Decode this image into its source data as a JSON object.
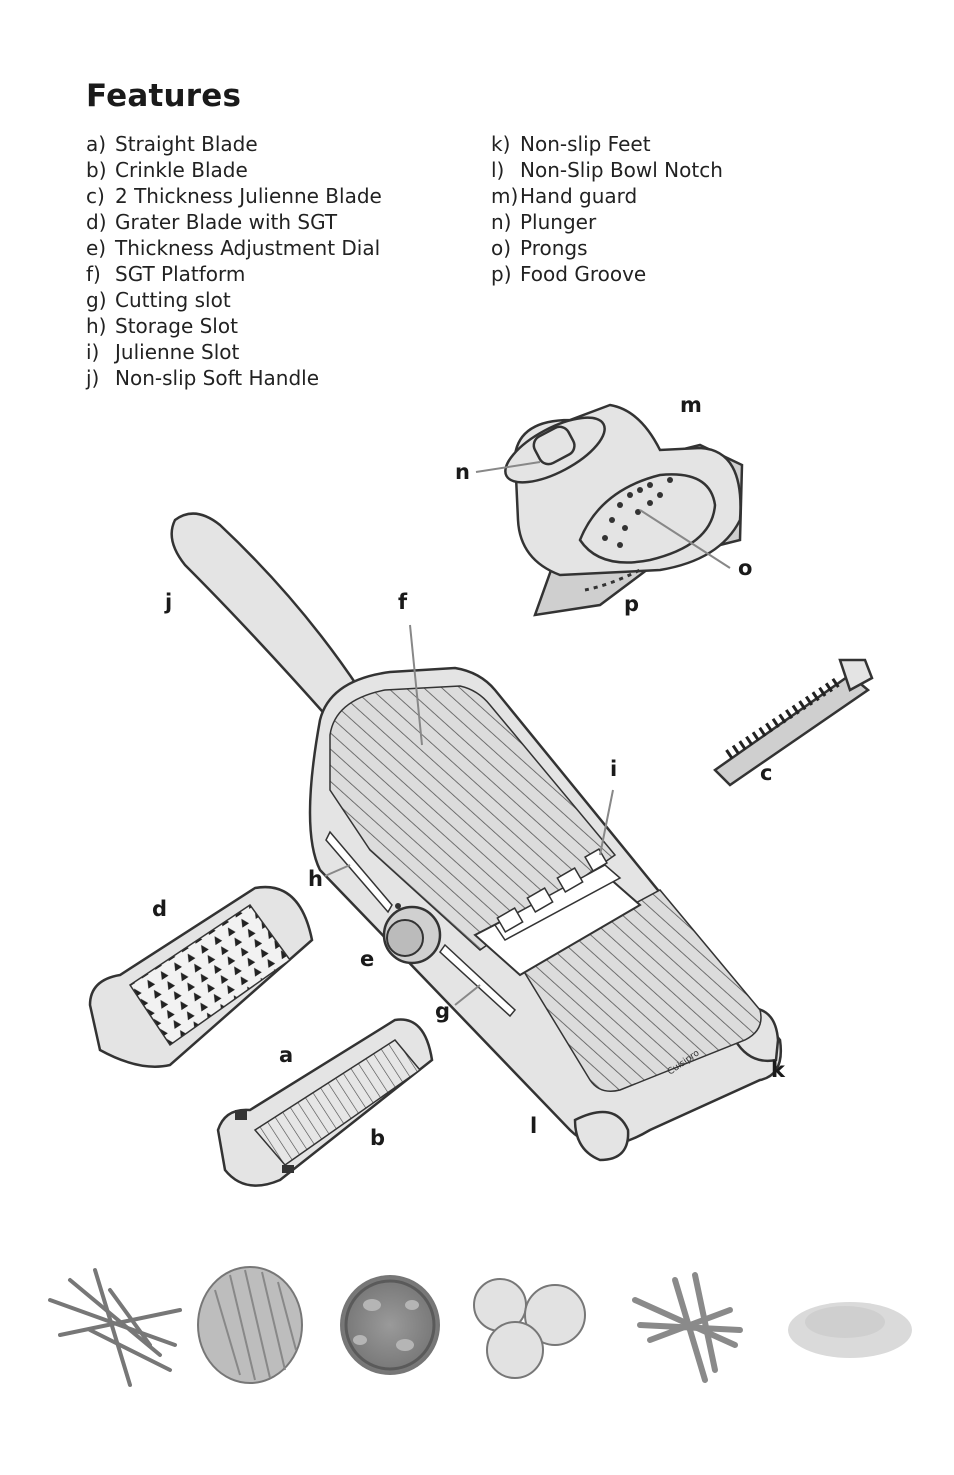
{
  "page": {
    "title": "Features"
  },
  "features": {
    "column1": [
      {
        "key": "a)",
        "label": "Straight Blade"
      },
      {
        "key": "b)",
        "label": "Crinkle Blade"
      },
      {
        "key": "c)",
        "label": "2 Thickness Julienne Blade"
      },
      {
        "key": "d)",
        "label": "Grater Blade with SGT"
      },
      {
        "key": "e)",
        "label": "Thickness Adjustment Dial"
      },
      {
        "key": "f)",
        "label": "SGT Platform"
      },
      {
        "key": "g)",
        "label": "Cutting slot"
      },
      {
        "key": "h)",
        "label": "Storage Slot"
      },
      {
        "key": "i)",
        "label": "Julienne Slot"
      },
      {
        "key": "j)",
        "label": "Non-slip Soft Handle"
      }
    ],
    "column2": [
      {
        "key": "k)",
        "label": "Non-slip Feet"
      },
      {
        "key": "l)",
        "label": "Non-Slip Bowl Notch"
      },
      {
        "key": "m)",
        "label": "Hand guard"
      },
      {
        "key": "n)",
        "label": "Plunger"
      },
      {
        "key": "o)",
        "label": "Prongs"
      },
      {
        "key": "p)",
        "label": "Food Groove"
      }
    ]
  },
  "callouts": {
    "a": "a",
    "b": "b",
    "c": "c",
    "d": "d",
    "e": "e",
    "f": "f",
    "g": "g",
    "h": "h",
    "i": "i",
    "j": "j",
    "k": "k",
    "l": "l",
    "m": "m",
    "n": "n",
    "o": "o",
    "p": "p"
  },
  "brand": {
    "mark": "Cuisipro"
  }
}
